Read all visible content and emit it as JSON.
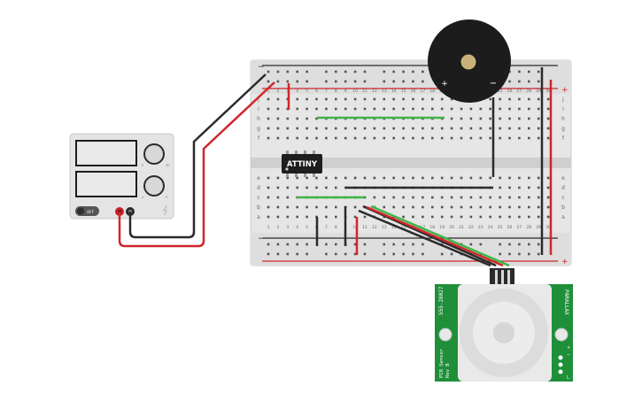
{
  "power_supply": {
    "switch_label": "OFF",
    "knob_top_labels": [
      "0",
      "30"
    ],
    "knob_bottom_labels": [
      "0",
      "5"
    ]
  },
  "breadboard": {
    "column_numbers": [
      "1",
      "2",
      "3",
      "4",
      "5",
      "6",
      "7",
      "8",
      "9",
      "10",
      "11",
      "12",
      "13",
      "14",
      "15",
      "16",
      "17",
      "18",
      "19",
      "20",
      "21",
      "22",
      "23",
      "24",
      "25",
      "26",
      "27",
      "28",
      "29",
      "30"
    ],
    "row_letters_top": [
      "j",
      "i",
      "h",
      "g",
      "f"
    ],
    "row_letters_bottom": [
      "e",
      "d",
      "c",
      "b",
      "a"
    ],
    "rail_minus": "−",
    "rail_plus": "+"
  },
  "chip": {
    "label": "ATTINY"
  },
  "buzzer": {
    "plus": "+",
    "minus": "−"
  },
  "pir_sensor": {
    "left_text": "555-28027",
    "right_text": "PARALLAX",
    "bottom_left_text_1": "PIR Sensor",
    "bottom_left_text_2": "Rev B",
    "pin_labels": [
      "+",
      "−",
      "L"
    ]
  },
  "colors": {
    "wire_red": "#d0262a",
    "wire_black": "#2b2b2b",
    "wire_green": "#3fb549",
    "board": "#e8e8e8",
    "pcb_green": "#1f8f3a"
  }
}
